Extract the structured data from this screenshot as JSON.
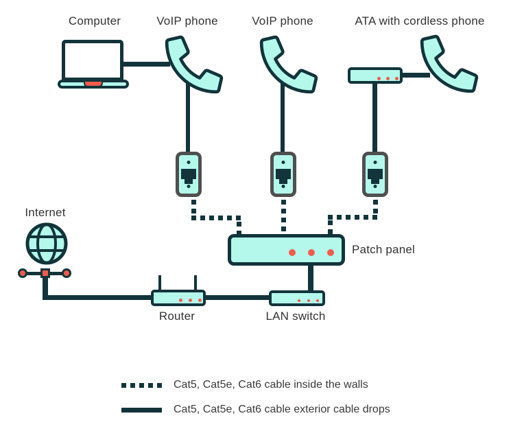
{
  "diagram": {
    "title_hint": "VoIP home network wiring diagram",
    "nodes": {
      "computer": {
        "label": "Computer"
      },
      "voip_phone_1": {
        "label": "VoIP phone"
      },
      "voip_phone_2": {
        "label": "VoIP phone"
      },
      "ata": {
        "label": "ATA with cordless phone"
      },
      "internet": {
        "label": "Internet"
      },
      "router": {
        "label": "Router"
      },
      "lan_switch": {
        "label": "LAN switch"
      },
      "patch_panel": {
        "label": "Patch panel"
      }
    },
    "legend": {
      "items": [
        {
          "line_style": "dotted",
          "label": "Cat5, Cat5e, Cat6 cable inside the walls"
        },
        {
          "line_style": "solid",
          "label": "Cat5, Cat5e, Cat6 cable exterior cable drops"
        }
      ]
    },
    "colors": {
      "device_fill": "#b4f8ec",
      "line_ink": "#12343a",
      "accent_red": "#f15b4d",
      "jack_border": "#4f4f4f",
      "label_text": "#333333"
    }
  }
}
